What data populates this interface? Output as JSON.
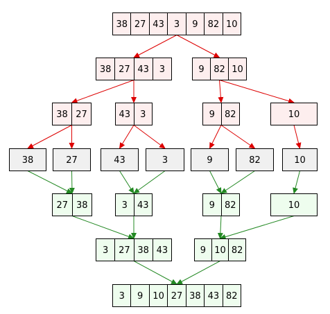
{
  "colors": {
    "split_fill": "#fdeeee",
    "leaf_fill": "#f0f0f0",
    "merge_fill": "#eefdee",
    "split_edge": "#dd0000",
    "merge_edge": "#228822",
    "node_stroke": "#000000"
  },
  "nodes": [
    {
      "id": "n0",
      "kind": "split",
      "values": [
        "38",
        "27",
        "43",
        "3",
        "9",
        "82",
        "10"
      ]
    },
    {
      "id": "n1",
      "kind": "split",
      "values": [
        "38",
        "27",
        "43",
        "3"
      ]
    },
    {
      "id": "n2",
      "kind": "split",
      "values": [
        "9",
        "82",
        "10"
      ]
    },
    {
      "id": "n3",
      "kind": "split",
      "values": [
        "38",
        "27"
      ]
    },
    {
      "id": "n4",
      "kind": "split",
      "values": [
        "43",
        "3"
      ]
    },
    {
      "id": "n5",
      "kind": "split",
      "values": [
        "9",
        "82"
      ]
    },
    {
      "id": "n6",
      "kind": "split",
      "values": [
        "10"
      ]
    },
    {
      "id": "l1",
      "kind": "leaf",
      "values": [
        "38"
      ]
    },
    {
      "id": "l2",
      "kind": "leaf",
      "values": [
        "27"
      ]
    },
    {
      "id": "l3",
      "kind": "leaf",
      "values": [
        "43"
      ]
    },
    {
      "id": "l4",
      "kind": "leaf",
      "values": [
        "3"
      ]
    },
    {
      "id": "l5",
      "kind": "leaf",
      "values": [
        "9"
      ]
    },
    {
      "id": "l6",
      "kind": "leaf",
      "values": [
        "82"
      ]
    },
    {
      "id": "l7",
      "kind": "leaf",
      "values": [
        "10"
      ]
    },
    {
      "id": "m1",
      "kind": "merge",
      "values": [
        "27",
        "38"
      ]
    },
    {
      "id": "m2",
      "kind": "merge",
      "values": [
        "3",
        "43"
      ]
    },
    {
      "id": "m3",
      "kind": "merge",
      "values": [
        "9",
        "82"
      ]
    },
    {
      "id": "m4",
      "kind": "merge",
      "values": [
        "10"
      ]
    },
    {
      "id": "m5",
      "kind": "merge",
      "values": [
        "3",
        "27",
        "38",
        "43"
      ]
    },
    {
      "id": "m6",
      "kind": "merge",
      "values": [
        "9",
        "10",
        "82"
      ]
    },
    {
      "id": "m7",
      "kind": "merge",
      "values": [
        "3",
        "9",
        "10",
        "27",
        "38",
        "43",
        "82"
      ]
    }
  ],
  "edges": [
    {
      "from": "n0",
      "to": "n1",
      "kind": "split"
    },
    {
      "from": "n0",
      "to": "n2",
      "kind": "split"
    },
    {
      "from": "n1",
      "to": "n3",
      "kind": "split"
    },
    {
      "from": "n1",
      "to": "n4",
      "kind": "split"
    },
    {
      "from": "n2",
      "to": "n5",
      "kind": "split"
    },
    {
      "from": "n2",
      "to": "n6",
      "kind": "split"
    },
    {
      "from": "n3",
      "to": "l1",
      "kind": "split"
    },
    {
      "from": "n3",
      "to": "l2",
      "kind": "split"
    },
    {
      "from": "n4",
      "to": "l3",
      "kind": "split"
    },
    {
      "from": "n4",
      "to": "l4",
      "kind": "split"
    },
    {
      "from": "n5",
      "to": "l5",
      "kind": "split"
    },
    {
      "from": "n5",
      "to": "l6",
      "kind": "split"
    },
    {
      "from": "n6",
      "to": "l7",
      "kind": "split"
    },
    {
      "from": "l1",
      "to": "m1",
      "kind": "merge"
    },
    {
      "from": "l2",
      "to": "m1",
      "kind": "merge"
    },
    {
      "from": "l3",
      "to": "m2",
      "kind": "merge"
    },
    {
      "from": "l4",
      "to": "m2",
      "kind": "merge"
    },
    {
      "from": "l5",
      "to": "m3",
      "kind": "merge"
    },
    {
      "from": "l6",
      "to": "m3",
      "kind": "merge"
    },
    {
      "from": "l7",
      "to": "m4",
      "kind": "merge"
    },
    {
      "from": "m1",
      "to": "m5",
      "kind": "merge"
    },
    {
      "from": "m2",
      "to": "m5",
      "kind": "merge"
    },
    {
      "from": "m3",
      "to": "m6",
      "kind": "merge"
    },
    {
      "from": "m4",
      "to": "m6",
      "kind": "merge"
    },
    {
      "from": "m5",
      "to": "m7",
      "kind": "merge"
    },
    {
      "from": "m6",
      "to": "m7",
      "kind": "merge"
    }
  ]
}
